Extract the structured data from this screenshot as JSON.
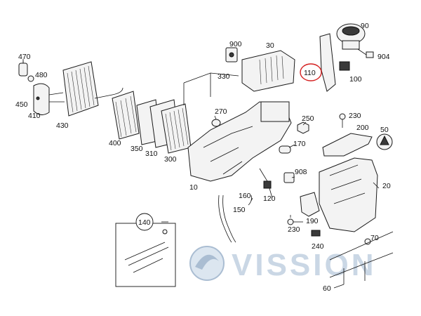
{
  "labels": {
    "p470": "470",
    "p480": "480",
    "p450": "450",
    "p410": "410",
    "p430": "430",
    "p400": "400",
    "p350": "350",
    "p310": "310",
    "p300": "300",
    "p900": "900",
    "p30": "30",
    "p330": "330",
    "p110": "110",
    "p90": "90",
    "p904": "904",
    "p100": "100",
    "p270": "270",
    "p250": "250",
    "p230a": "230",
    "p200": "200",
    "p50": "50",
    "p170": "170",
    "p10": "10",
    "p908": "908",
    "p160": "160",
    "p120": "120",
    "p20": "20",
    "p150": "150",
    "p140": "140",
    "p190": "190",
    "p230b": "230",
    "p240": "240",
    "p70": "70",
    "p60": "60"
  },
  "watermark": {
    "text": "VISSION"
  },
  "colors": {
    "highlight": "#d42020",
    "line": "#111111",
    "watermark": "#b8c9dc"
  }
}
